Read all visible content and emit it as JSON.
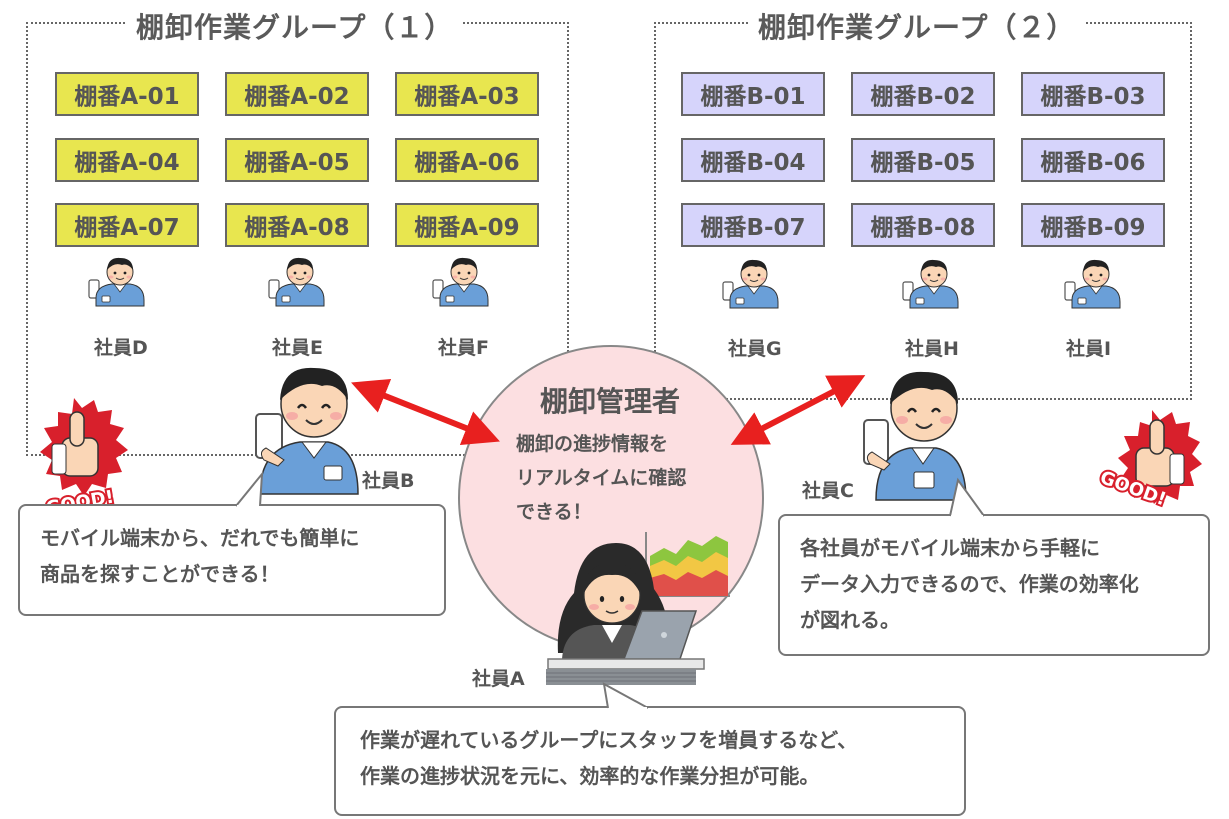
{
  "groups": [
    {
      "title": "棚卸作業グループ（１）",
      "shelves": [
        "棚番A-01",
        "棚番A-02",
        "棚番A-03",
        "棚番A-04",
        "棚番A-05",
        "棚番A-06",
        "棚番A-07",
        "棚番A-08",
        "棚番A-09"
      ],
      "employees": [
        "社員D",
        "社員E",
        "社員F"
      ],
      "shelf_color": "#e8e64f"
    },
    {
      "title": "棚卸作業グループ（２）",
      "shelves": [
        "棚番B-01",
        "棚番B-02",
        "棚番B-03",
        "棚番B-04",
        "棚番B-05",
        "棚番B-06",
        "棚番B-07",
        "棚番B-08",
        "棚番B-09"
      ],
      "employees": [
        "社員G",
        "社員H",
        "社員I"
      ],
      "shelf_color": "#d6d4fb"
    }
  ],
  "manager": {
    "title": "棚卸管理者",
    "lines": [
      "棚卸の進捗情報を",
      "リアルタイムに確認",
      "できる！"
    ],
    "employee": "社員A"
  },
  "employee_b": {
    "name": "社員B",
    "bubble_lines": [
      "モバイル端末から、だれでも簡単に",
      "商品を探すことができる！"
    ]
  },
  "employee_c": {
    "name": "社員C",
    "bubble_lines": [
      "各社員がモバイル端末から手軽に",
      "データ入力できるので、作業の効率化",
      "が図れる。"
    ]
  },
  "bottom_bubble": {
    "lines": [
      "作業が遅れているグループにスタッフを増員するなど、",
      "作業の進捗状況を元に、効率的な作業分担が可能。"
    ]
  },
  "badge_text": "GOOD!",
  "colors": {
    "arrow": "#e8201f",
    "badge": "#d8202c",
    "circle": "#fcdfe1",
    "shirt": "#6a9fd8"
  }
}
